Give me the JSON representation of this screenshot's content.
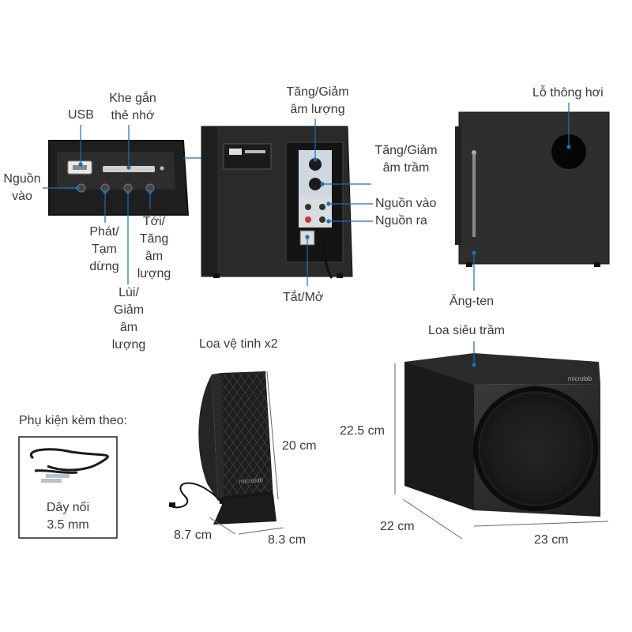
{
  "labels": {
    "usb": "USB",
    "card_slot": [
      "Khe gắn",
      "thẻ nhớ"
    ],
    "power_in_front": [
      "Nguồn",
      "vào"
    ],
    "play_pause": [
      "Phát/",
      "Tạm",
      "dừng"
    ],
    "prev_vol_down": [
      "Lùi/",
      "Giảm",
      "âm",
      "lượng"
    ],
    "next_vol_up": [
      "Tới/",
      "Tăng",
      "âm",
      "lượng"
    ],
    "volume_knob": [
      "Tăng/Giảm",
      "âm lượng"
    ],
    "bass_knob": [
      "Tăng/Giảm",
      "âm trầm"
    ],
    "rear_power_in": "Nguồn vào",
    "rear_power_out": "Nguồn ra",
    "power_switch": "Tắt/Mở",
    "vent": "Lỗ thông hơi",
    "antenna": "Ăng-ten",
    "satellite": "Loa vệ tinh x2",
    "subwoofer": "Loa siêu trầm",
    "accessories": "Phụ kiện kèm theo:",
    "cable": [
      "Dây nối",
      "3.5 mm"
    ]
  },
  "dimensions": {
    "satellite_height": "20 cm",
    "satellite_depth": "8.7 cm",
    "satellite_width": "8.3 cm",
    "sub_height": "22.5 cm",
    "sub_depth": "22 cm",
    "sub_width": "23 cm"
  },
  "brand_text": "microlab"
}
